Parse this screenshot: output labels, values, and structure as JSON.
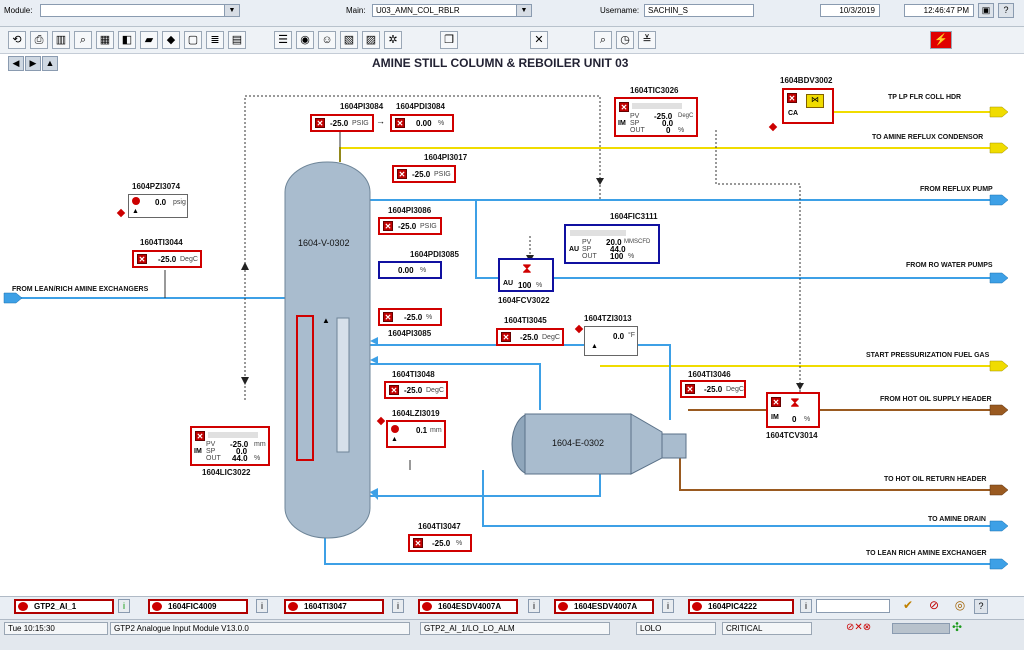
{
  "topbar": {
    "module_label": "Module:",
    "module_value": "",
    "main_label": "Main:",
    "main_value": "U03_AMN_COL_RBLR",
    "username_label": "Username:",
    "username_value": "SACHIN_S",
    "date": "10/3/2019",
    "time": "12:46:47 PM",
    "help_label": "?"
  },
  "title": "AMINE STILL COLUMN & REBOILER UNIT 03",
  "vessels": {
    "column": "1604-V-0302",
    "exchanger": "1604-E-0302"
  },
  "instruments": {
    "pzi3074": {
      "tag": "1604PZI3074",
      "value": "0.0",
      "unit": "psig"
    },
    "ti3044": {
      "tag": "1604TI3044",
      "value": "-25.0",
      "unit": "DegC"
    },
    "pi3084": {
      "tag": "1604PI3084",
      "value": "-25.0",
      "unit": "PSIG"
    },
    "pdi3084": {
      "tag": "1604PDI3084",
      "value": "0.00",
      "unit": "%"
    },
    "pi3017": {
      "tag": "1604PI3017",
      "value": "-25.0",
      "unit": "PSIG"
    },
    "pi3086": {
      "tag": "1604PI3086",
      "value": "-25.0",
      "unit": "PSIG"
    },
    "pdi3085": {
      "tag": "1604PDI3085",
      "value": "0.00",
      "unit": "%"
    },
    "pi3085": {
      "tag": "1604PI3085",
      "value": "-25.0",
      "unit": "%"
    },
    "ti3048": {
      "tag": "1604TI3048",
      "value": "-25.0",
      "unit": "DegC"
    },
    "lzi3019": {
      "tag": "1604LZI3019",
      "value": "0.1",
      "unit": "mm"
    },
    "ti3045": {
      "tag": "1604TI3045",
      "value": "-25.0",
      "unit": "DegC"
    },
    "tzi3013": {
      "tag": "1604TZI3013",
      "value": "0.0",
      "unit": "°F"
    },
    "ti3046": {
      "tag": "1604TI3046",
      "value": "-25.0",
      "unit": "DegC"
    },
    "ti3047": {
      "tag": "1604TI3047",
      "value": "-25.0",
      "unit": "%"
    },
    "tic3026": {
      "tag": "1604TIC3026",
      "pv_label": "PV",
      "pv": "-25.0",
      "pv_unit": "DegC",
      "sp_label": "SP",
      "sp": "0.0",
      "out_label": "OUT",
      "out": "0",
      "out_unit": "%",
      "mode": "IM"
    },
    "fic3111": {
      "tag": "1604FIC3111",
      "pv_label": "PV",
      "pv": "20.0",
      "pv_unit": "MMSCFD",
      "sp_label": "SP",
      "sp": "44.0",
      "out_label": "OUT",
      "out": "100",
      "out_unit": "%",
      "mode": "AU"
    },
    "lic3022": {
      "tag": "1604LIC3022",
      "pv_label": "PV",
      "pv": "-25.0",
      "pv_unit": "mm",
      "sp_label": "SP",
      "sp": "0.0",
      "out_label": "OUT",
      "out": "44.0",
      "out_unit": "%",
      "mode": "IM"
    },
    "fcv3022": {
      "tag": "1604FCV3022",
      "mode": "AU",
      "value": "100",
      "unit": "%"
    },
    "tcv3014": {
      "tag": "1604TCV3014",
      "mode": "IM",
      "value": "0",
      "unit": "%"
    },
    "bdv3002": {
      "tag": "1604BDV3002",
      "mode": "CA"
    }
  },
  "lines": {
    "tp_lp": "TP LP FLR COLL HDR",
    "reflux_condensor": "TO AMINE REFLUX CONDENSOR",
    "reflux_pump": "FROM REFLUX PUMP",
    "ro_water": "FROM RO WATER PUMPS",
    "lean_rich_in": "FROM LEAN/RICH AMINE EXCHANGERS",
    "start_fuel_gas": "START PRESSURIZATION FUEL GAS",
    "hot_oil_supply": "FROM HOT OIL SUPPLY HEADER",
    "hot_oil_return": "TO HOT OIL RETURN HEADER",
    "amine_drain": "TO AMINE DRAIN",
    "lean_rich_out": "TO LEAN RICH AMINE EXCHANGER"
  },
  "alarms": [
    {
      "label": "GTP2_AI_1",
      "btn": "i"
    },
    {
      "label": "1604FIC4009",
      "btn": "i"
    },
    {
      "label": "1604TI3047",
      "btn": "i"
    },
    {
      "label": "1604ESDV4007A",
      "btn": "i"
    },
    {
      "label": "1604ESDV4007A",
      "btn": "i"
    },
    {
      "label": "1604PIC4222",
      "btn": "i"
    }
  ],
  "statusbar": {
    "datetime": "Tue 10:15:30",
    "module_desc": "GTP2 Analogue Input Module V13.0.0",
    "point": "GTP2_AI_1/LO_LO_ALM",
    "level": "LOLO",
    "priority": "CRITICAL",
    "help": "?"
  },
  "colors": {
    "alarm_red": "#d00000",
    "pipe_blue": "#3da0e6",
    "pipe_yellow": "#f4e000",
    "pipe_brown": "#9a5a20",
    "vessel": "#a9bcce"
  }
}
